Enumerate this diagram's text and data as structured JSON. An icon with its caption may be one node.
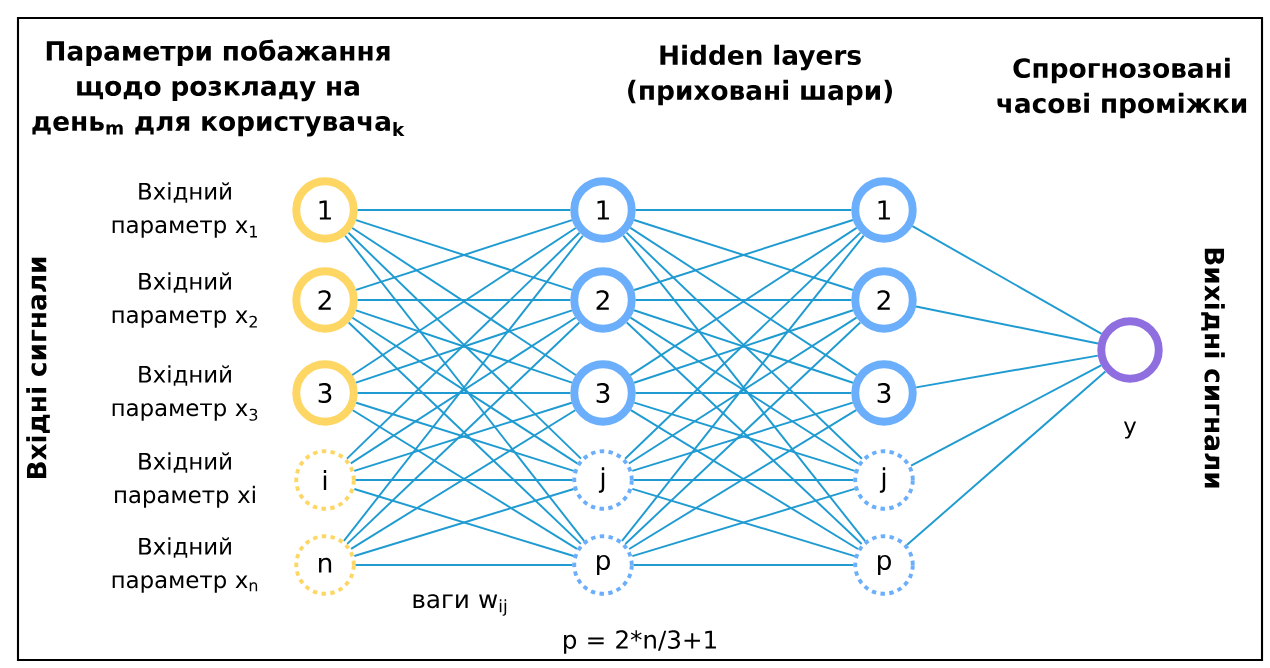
{
  "diagram": {
    "nodes": [
      {
        "text": [
          "1"
        ],
        "beside": [
          "Вхідний параметр x$_{1}$"
        ]
      },
      {
        "text": [
          "2"
        ],
        "beside": [
          "Вхідний параметр x$_{2}$"
        ]
      },
      {
        "text": [
          "3"
        ],
        "beside": [
          "Вхідний параметр x$_{3}$"
        ]
      },
      {
        "text": [
          "i"
        ],
        "beside": [
          "Вхідний параметр xi"
        ]
      },
      {
        "text": [
          "n"
        ],
        "beside": [
          "Вхідний параметр x$_{n}$"
        ]
      },
      {
        "text": [
          "1"
        ]
      },
      {
        "text": [
          "2"
        ]
      },
      {
        "text": [
          "3"
        ]
      },
      {
        "text": [
          "j"
        ]
      },
      {
        "text": [
          "p"
        ]
      },
      {
        "text": [
          "1"
        ]
      },
      {
        "text": [
          "2"
        ]
      },
      {
        "text": [
          "3"
        ]
      },
      {
        "text": [
          "j"
        ]
      },
      {
        "text": [
          "p"
        ]
      },
      {
        "text": [],
        "shape": "circle",
        "beside": [
          "y"
        ]
      }
    ],
    "edges": [
      {
        "from": 0,
        "to": 5,
        "arrow": "none"
      },
      {
        "from": 0,
        "to": 6,
        "arrow": "none"
      },
      {
        "from": 0,
        "to": 7,
        "arrow": "none"
      },
      {
        "from": 0,
        "to": 8,
        "arrow": "none"
      },
      {
        "from": 0,
        "to": 9,
        "arrow": "none"
      },
      {
        "from": 1,
        "to": 5,
        "arrow": "none"
      },
      {
        "from": 1,
        "to": 6,
        "arrow": "none"
      },
      {
        "from": 1,
        "to": 7,
        "arrow": "none"
      },
      {
        "from": 1,
        "to": 8,
        "arrow": "none"
      },
      {
        "from": 1,
        "to": 9,
        "arrow": "none"
      },
      {
        "from": 2,
        "to": 5,
        "arrow": "none"
      },
      {
        "from": 2,
        "to": 6,
        "arrow": "none"
      },
      {
        "from": 2,
        "to": 7,
        "arrow": "none"
      },
      {
        "from": 2,
        "to": 8,
        "arrow": "none"
      },
      {
        "from": 2,
        "to": 9,
        "arrow": "none"
      },
      {
        "from": 3,
        "to": 5,
        "arrow": "none"
      },
      {
        "from": 3,
        "to": 6,
        "arrow": "none"
      },
      {
        "from": 3,
        "to": 7,
        "arrow": "none"
      },
      {
        "from": 3,
        "to": 8,
        "arrow": "none"
      },
      {
        "from": 3,
        "to": 9,
        "arrow": "none"
      },
      {
        "from": 4,
        "to": 5,
        "arrow": "none"
      },
      {
        "from": 4,
        "to": 6,
        "arrow": "none"
      },
      {
        "from": 4,
        "to": 7,
        "arrow": "none"
      },
      {
        "from": 4,
        "to": 8,
        "arrow": "none"
      },
      {
        "from": 4,
        "to": 9,
        "arrow": "none"
      },
      {
        "from": 5,
        "to": 10,
        "arrow": "none"
      },
      {
        "from": 5,
        "to": 11,
        "arrow": "none"
      },
      {
        "from": 5,
        "to": 12,
        "arrow": "none"
      },
      {
        "from": 5,
        "to": 13,
        "arrow": "none"
      },
      {
        "from": 5,
        "to": 14,
        "arrow": "none"
      },
      {
        "from": 6,
        "to": 10,
        "arrow": "none"
      },
      {
        "from": 6,
        "to": 11,
        "arrow": "none"
      },
      {
        "from": 6,
        "to": 12,
        "arrow": "none"
      },
      {
        "from": 6,
        "to": 13,
        "arrow": "none"
      },
      {
        "from": 6,
        "to": 14,
        "arrow": "none"
      },
      {
        "from": 7,
        "to": 10,
        "arrow": "none"
      },
      {
        "from": 7,
        "to": 11,
        "arrow": "none"
      },
      {
        "from": 7,
        "to": 12,
        "arrow": "none"
      },
      {
        "from": 7,
        "to": 13,
        "arrow": "none"
      },
      {
        "from": 7,
        "to": 14,
        "arrow": "none"
      },
      {
        "from": 8,
        "to": 10,
        "arrow": "none"
      },
      {
        "from": 8,
        "to": 11,
        "arrow": "none"
      },
      {
        "from": 8,
        "to": 12,
        "arrow": "none"
      },
      {
        "from": 8,
        "to": 13,
        "arrow": "none"
      },
      {
        "from": 8,
        "to": 14,
        "arrow": "none"
      },
      {
        "from": 9,
        "to": 10,
        "arrow": "none"
      },
      {
        "from": 9,
        "to": 11,
        "arrow": "none"
      },
      {
        "from": 9,
        "to": 12,
        "arrow": "none"
      },
      {
        "from": 9,
        "to": 13,
        "arrow": "none"
      },
      {
        "from": 9,
        "to": 14,
        "arrow": "none"
      },
      {
        "from": 10,
        "to": 15,
        "arrow": "none"
      },
      {
        "from": 11,
        "to": 15,
        "arrow": "none"
      },
      {
        "from": 12,
        "to": 15,
        "arrow": "none"
      },
      {
        "from": 13,
        "to": 15,
        "arrow": "none"
      },
      {
        "from": 14,
        "to": 15,
        "arrow": "none"
      }
    ],
    "labels": [
      "Параметри побажання щодо розкладу на день$_{m}$ для користувача$_{k}$",
      "Hidden layers (приховані шари)",
      "Спрогнозовані часові проміжки",
      "Вхідні сигнали",
      "Вихідні сигнали",
      "ваги w$_{ij}$",
      "p = 2*n/3+1"
    ]
  }
}
